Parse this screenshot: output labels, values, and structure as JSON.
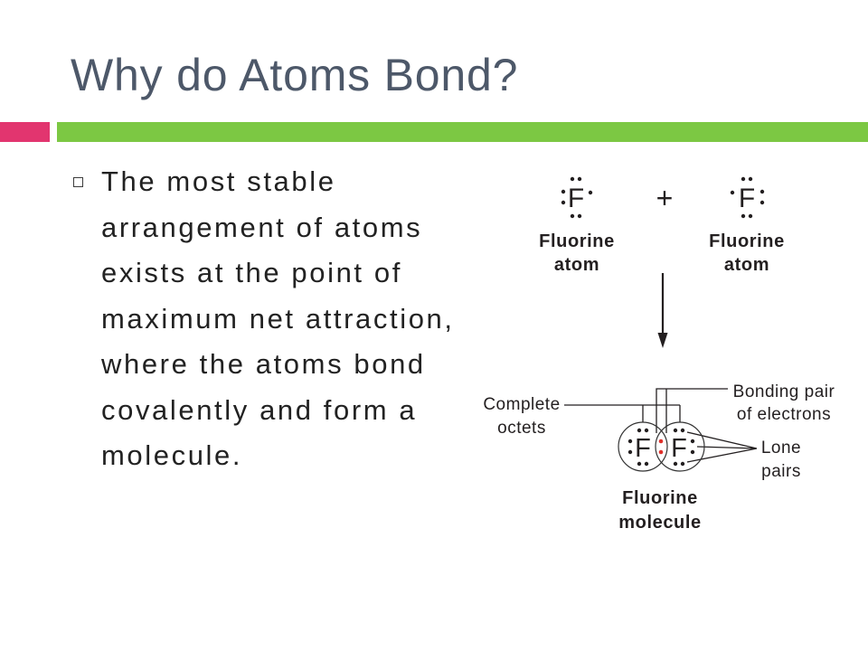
{
  "slide": {
    "title": "Why do Atoms Bond?"
  },
  "colors": {
    "title": "#4D5869",
    "body_text": "#222222",
    "accent_pink": "#E2356F",
    "accent_green": "#7CC843",
    "shared_pair": "#E0302A"
  },
  "bullet": {
    "icon": "hollow-square-bullet-icon",
    "lines": [
      "The most stable",
      "arrangement of atoms",
      "exists at the point of",
      "maximum net attraction,",
      "where the atoms bond",
      "covalently and form a",
      "molecule."
    ]
  },
  "diagram": {
    "atom_symbol": "F",
    "plus_sign": "+",
    "left_atom_label": [
      "Fluorine",
      "atom"
    ],
    "right_atom_label": [
      "Fluorine",
      "atom"
    ],
    "complete_octets_label": [
      "Complete",
      "octets"
    ],
    "bonding_pair_label": [
      "Bonding pair",
      "of electrons"
    ],
    "lone_pairs_label": [
      "Lone",
      "pairs"
    ],
    "molecule_label": [
      "Fluorine",
      "molecule"
    ],
    "icons": {
      "reaction_arrow": "down-arrow-icon"
    }
  }
}
